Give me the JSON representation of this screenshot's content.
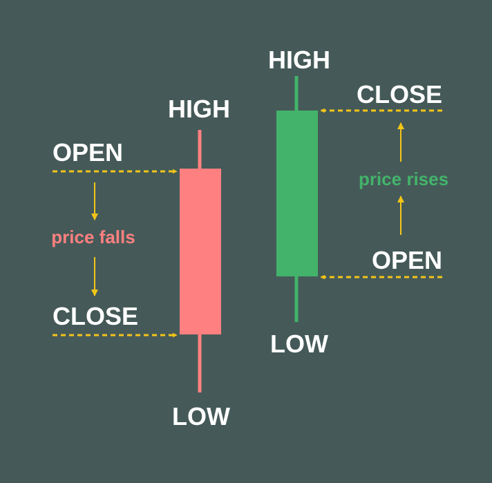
{
  "colors": {
    "background": "#455a58",
    "bearish": "#ff8080",
    "bullish": "#43b36b",
    "arrow": "#f5c518",
    "text": "#ffffff"
  },
  "bearish": {
    "high_label": "HIGH",
    "open_label": "OPEN",
    "movement_label": "price falls",
    "close_label": "CLOSE",
    "low_label": "LOW"
  },
  "bullish": {
    "high_label": "HIGH",
    "close_label": "CLOSE",
    "movement_label": "price rises",
    "open_label": "OPEN",
    "low_label": "LOW"
  }
}
